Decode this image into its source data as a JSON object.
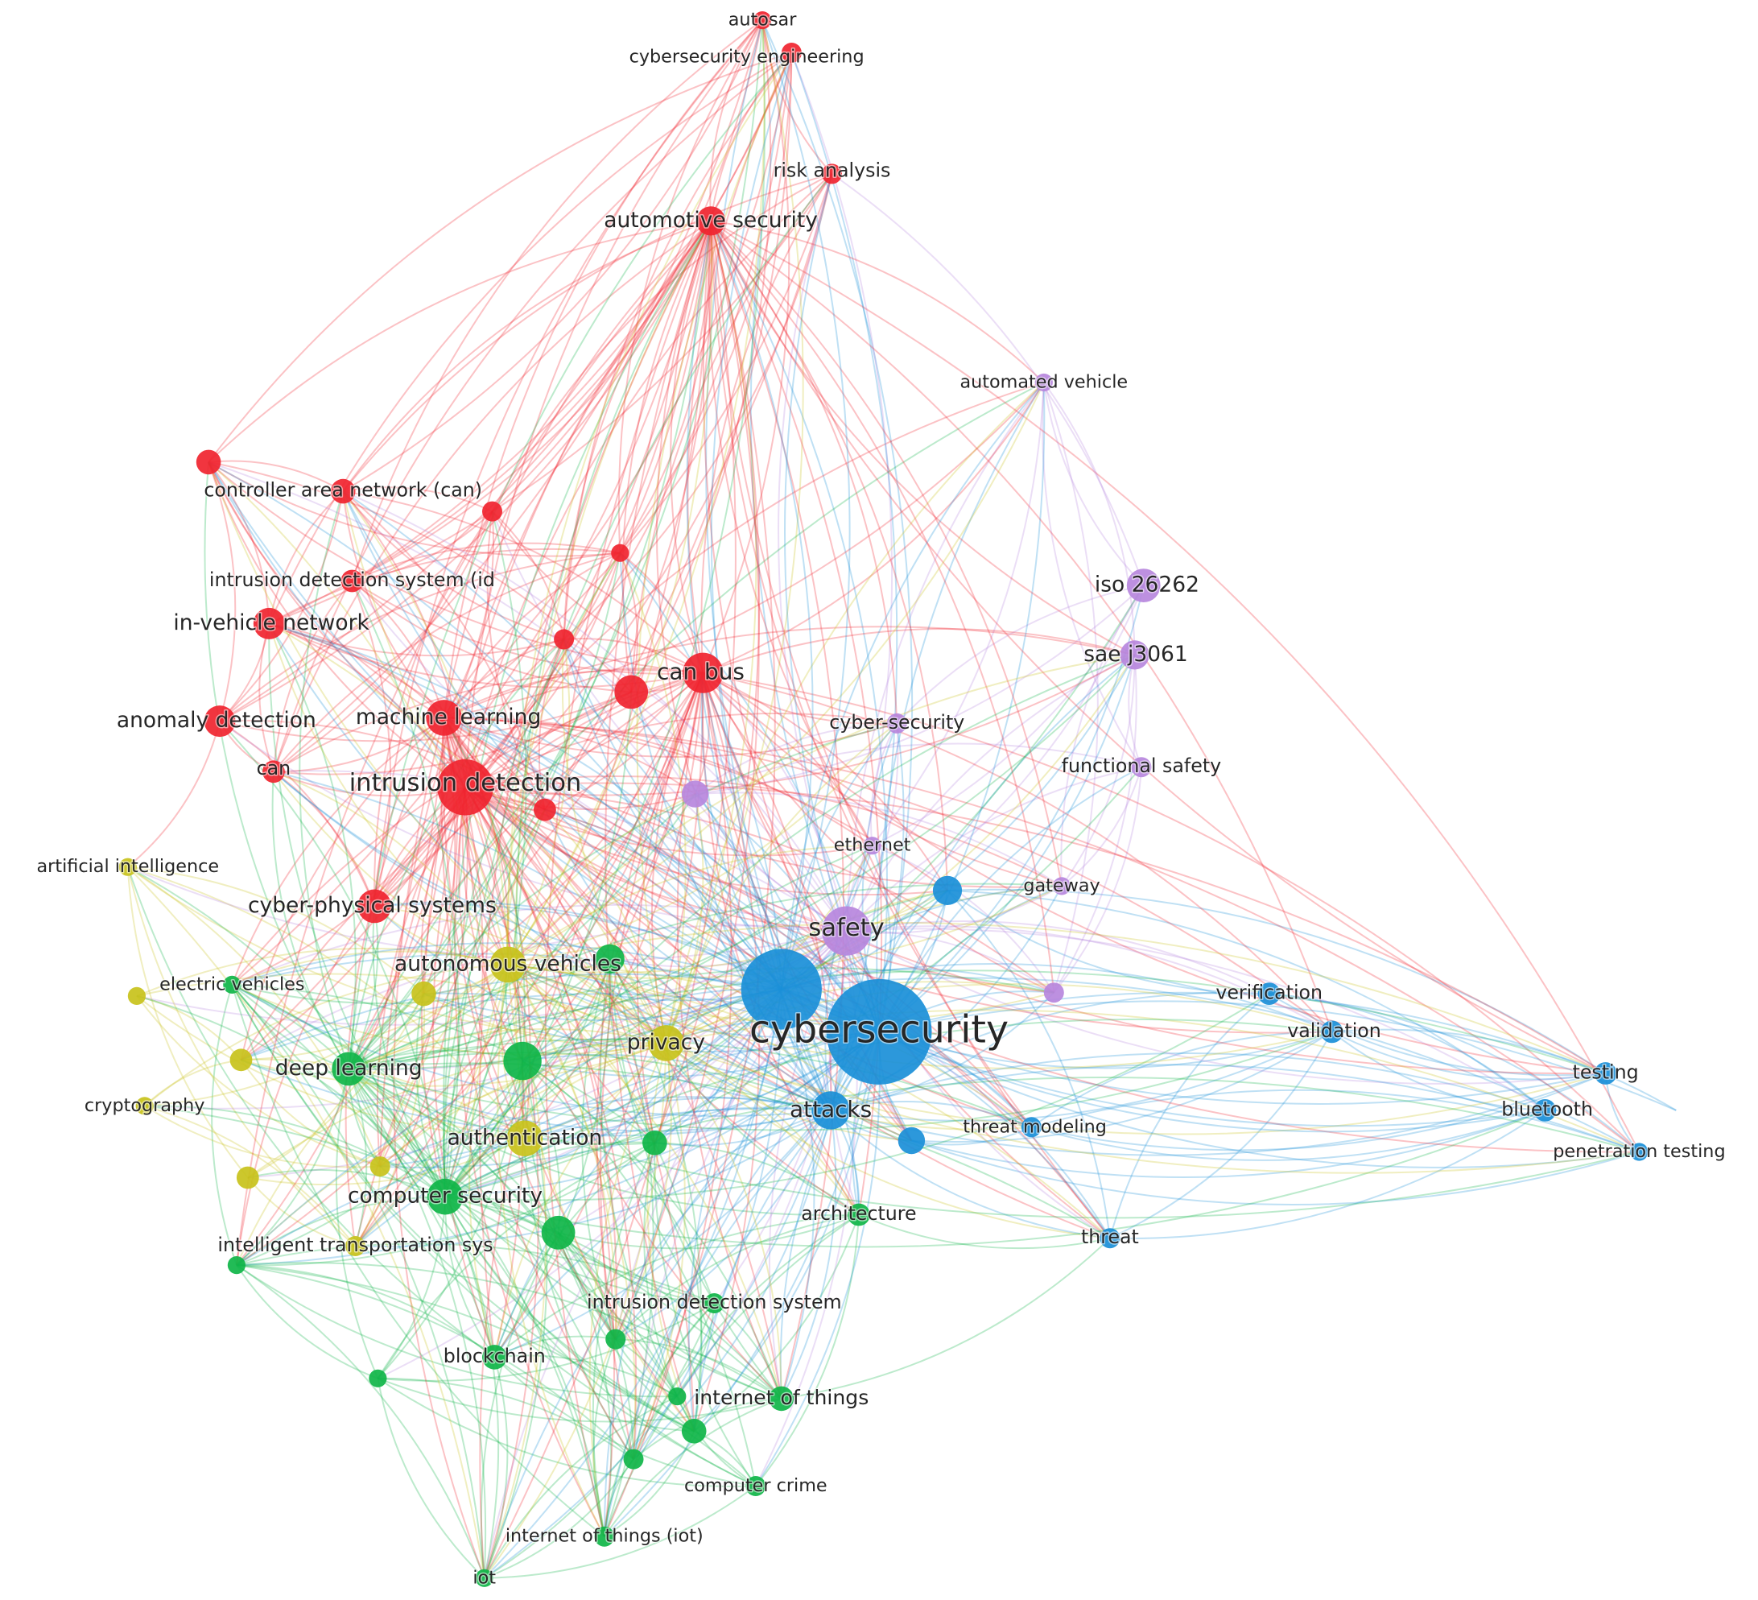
{
  "map": {
    "clusters": [
      {
        "id": 1,
        "color": "#f0242f"
      },
      {
        "id": 2,
        "color": "#0fb548"
      },
      {
        "id": 3,
        "color": "#1a8fd8"
      },
      {
        "id": 4,
        "color": "#c8c21b"
      },
      {
        "id": 5,
        "color": "#b787dd"
      }
    ],
    "items": [
      {
        "id": "autosar",
        "label": "autosar",
        "cluster": 1
      },
      {
        "id": "cybersecurity_engineering",
        "label": "cybersecurity engineering",
        "cluster": 1
      },
      {
        "id": "risk_analysis",
        "label": "risk analysis",
        "cluster": 1
      },
      {
        "id": "automotive_security",
        "label": "automotive security",
        "cluster": 1
      },
      {
        "id": "controller_area_network",
        "label": "controller area network (can)",
        "cluster": 1
      },
      {
        "id": "intrusion_detection_system_id",
        "label": "intrusion detection system (id",
        "cluster": 1
      },
      {
        "id": "in_vehicle_network",
        "label": "in-vehicle network",
        "cluster": 1
      },
      {
        "id": "can_bus",
        "label": "can bus",
        "cluster": 1
      },
      {
        "id": "anomaly_detection",
        "label": "anomaly detection",
        "cluster": 1
      },
      {
        "id": "machine_learning",
        "label": "machine learning",
        "cluster": 1
      },
      {
        "id": "can",
        "label": "can",
        "cluster": 1
      },
      {
        "id": "intrusion_detection",
        "label": "intrusion detection",
        "cluster": 1
      },
      {
        "id": "cyber_physical_systems",
        "label": "cyber-physical systems",
        "cluster": 1
      },
      {
        "id": "r_unl_1",
        "label": "",
        "cluster": 1
      },
      {
        "id": "r_unl_2",
        "label": "",
        "cluster": 1
      },
      {
        "id": "r_unl_3",
        "label": "",
        "cluster": 1
      },
      {
        "id": "r_unl_4",
        "label": "",
        "cluster": 1
      },
      {
        "id": "r_unl_5",
        "label": "",
        "cluster": 1
      },
      {
        "id": "r_unl_6",
        "label": "",
        "cluster": 1
      },
      {
        "id": "automated_vehicle",
        "label": "automated vehicle",
        "cluster": 5
      },
      {
        "id": "iso_26262",
        "label": "iso 26262",
        "cluster": 5
      },
      {
        "id": "sae_j3061",
        "label": "sae j3061",
        "cluster": 5
      },
      {
        "id": "cyber_security",
        "label": "cyber-security",
        "cluster": 5
      },
      {
        "id": "functional_safety",
        "label": "functional safety",
        "cluster": 5
      },
      {
        "id": "ethernet",
        "label": "ethernet",
        "cluster": 5
      },
      {
        "id": "gateway",
        "label": "gateway",
        "cluster": 5
      },
      {
        "id": "safety",
        "label": "safety",
        "cluster": 5
      },
      {
        "id": "p_unl_1",
        "label": "",
        "cluster": 5
      },
      {
        "id": "p_unl_2",
        "label": "",
        "cluster": 5
      },
      {
        "id": "cybersecurity",
        "label": "cybersecurity",
        "cluster": 3
      },
      {
        "id": "attacks",
        "label": "attacks",
        "cluster": 3
      },
      {
        "id": "threat_modeling",
        "label": "threat modeling",
        "cluster": 3
      },
      {
        "id": "verification",
        "label": "verification",
        "cluster": 3
      },
      {
        "id": "validation",
        "label": "validation",
        "cluster": 3
      },
      {
        "id": "testing",
        "label": "testing",
        "cluster": 3
      },
      {
        "id": "bluetooth",
        "label": "bluetooth",
        "cluster": 3
      },
      {
        "id": "penetration_testing",
        "label": "penetration testing",
        "cluster": 3
      },
      {
        "id": "threat",
        "label": "threat",
        "cluster": 3
      },
      {
        "id": "b_unl_1",
        "label": "",
        "cluster": 3
      },
      {
        "id": "b_unl_2",
        "label": "",
        "cluster": 3
      },
      {
        "id": "b_unl_3",
        "label": "",
        "cluster": 3
      },
      {
        "id": "artificial_intelligence",
        "label": "artificial intelligence",
        "cluster": 4
      },
      {
        "id": "autonomous_vehicles",
        "label": "autonomous vehicles",
        "cluster": 4
      },
      {
        "id": "privacy",
        "label": "privacy",
        "cluster": 4
      },
      {
        "id": "cryptography",
        "label": "cryptography",
        "cluster": 4
      },
      {
        "id": "authentication",
        "label": "authentication",
        "cluster": 4
      },
      {
        "id": "intelligent_transportation_sys",
        "label": "intelligent transportation sys",
        "cluster": 4
      },
      {
        "id": "y_unl_1",
        "label": "",
        "cluster": 4
      },
      {
        "id": "y_unl_2",
        "label": "",
        "cluster": 4
      },
      {
        "id": "y_unl_3",
        "label": "",
        "cluster": 4
      },
      {
        "id": "y_unl_4",
        "label": "",
        "cluster": 4
      },
      {
        "id": "y_unl_5",
        "label": "",
        "cluster": 4
      },
      {
        "id": "electric_vehicles",
        "label": "electric vehicles",
        "cluster": 2
      },
      {
        "id": "deep_learning",
        "label": "deep learning",
        "cluster": 2
      },
      {
        "id": "computer_security",
        "label": "computer security",
        "cluster": 2
      },
      {
        "id": "architecture",
        "label": "architecture",
        "cluster": 2
      },
      {
        "id": "intrusion_detection_system",
        "label": "intrusion detection system",
        "cluster": 2
      },
      {
        "id": "blockchain",
        "label": "blockchain",
        "cluster": 2
      },
      {
        "id": "internet_of_things",
        "label": "internet of things",
        "cluster": 2
      },
      {
        "id": "computer_crime",
        "label": "computer crime",
        "cluster": 2
      },
      {
        "id": "internet_of_things_iot",
        "label": "internet of things (iot)",
        "cluster": 2
      },
      {
        "id": "iot",
        "label": "iot",
        "cluster": 2
      },
      {
        "id": "g_unl_1",
        "label": "",
        "cluster": 2
      },
      {
        "id": "g_unl_2",
        "label": "",
        "cluster": 2
      },
      {
        "id": "g_unl_3",
        "label": "",
        "cluster": 2
      },
      {
        "id": "g_unl_4",
        "label": "",
        "cluster": 2
      },
      {
        "id": "g_unl_5",
        "label": "",
        "cluster": 2
      },
      {
        "id": "g_unl_6",
        "label": "",
        "cluster": 2
      },
      {
        "id": "g_unl_7",
        "label": "",
        "cluster": 2
      },
      {
        "id": "g_unl_8",
        "label": "",
        "cluster": 2
      },
      {
        "id": "g_unl_9",
        "label": "",
        "cluster": 2
      },
      {
        "id": "g_unl_10",
        "label": "",
        "cluster": 2
      }
    ]
  }
}
